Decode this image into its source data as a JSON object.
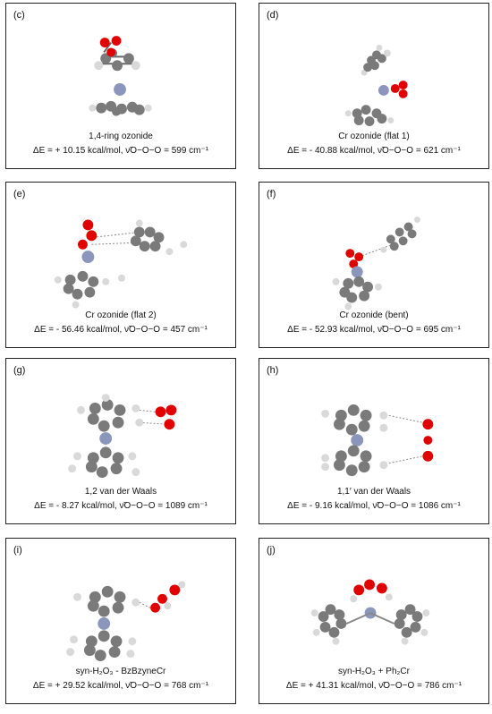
{
  "panels": [
    {
      "letter": "(c)",
      "name": "1,4-ring ozonide",
      "energy": "ΔE = + 10.15 kcal/mol, ν̃O−O−O = 599 cm⁻¹"
    },
    {
      "letter": "(d)",
      "name": "Cr ozonide (flat 1)",
      "energy": "ΔE = - 40.88 kcal/mol, ν̃O−O−O = 621 cm⁻¹"
    },
    {
      "letter": "(e)",
      "name": "Cr ozonide (flat 2)",
      "energy": "ΔE = - 56.46 kcal/mol, ν̃O−O−O = 457 cm⁻¹"
    },
    {
      "letter": "(f)",
      "name": "Cr ozonide (bent)",
      "energy": "ΔE = - 52.93 kcal/mol, ν̃O−O−O = 695 cm⁻¹"
    },
    {
      "letter": "(g)",
      "name": "1,2 van der Waals",
      "energy": "ΔE = - 8.27 kcal/mol, ν̃O−O−O = 1089 cm⁻¹"
    },
    {
      "letter": "(h)",
      "name": "1,1′ van der Waals",
      "energy": "ΔE = - 9.16 kcal/mol, ν̃O−O−O = 1086 cm⁻¹"
    },
    {
      "letter": "(i)",
      "name": "syn-H₂O₃ - BzBzyneCr",
      "energy": "ΔE = + 29.52 kcal/mol, ν̃O−O−O = 768 cm⁻¹"
    },
    {
      "letter": "(j)",
      "name": "syn-H₂O₃ + Ph₂Cr",
      "energy": "ΔE = + 41.31 kcal/mol, ν̃O−O−O = 786 cm⁻¹"
    }
  ],
  "colors": {
    "carbon": "#7a7a7a",
    "hydrogen": "#d9d9d9",
    "oxygen": "#e00000",
    "chromium": "#8a96bb",
    "border": "#222222"
  }
}
